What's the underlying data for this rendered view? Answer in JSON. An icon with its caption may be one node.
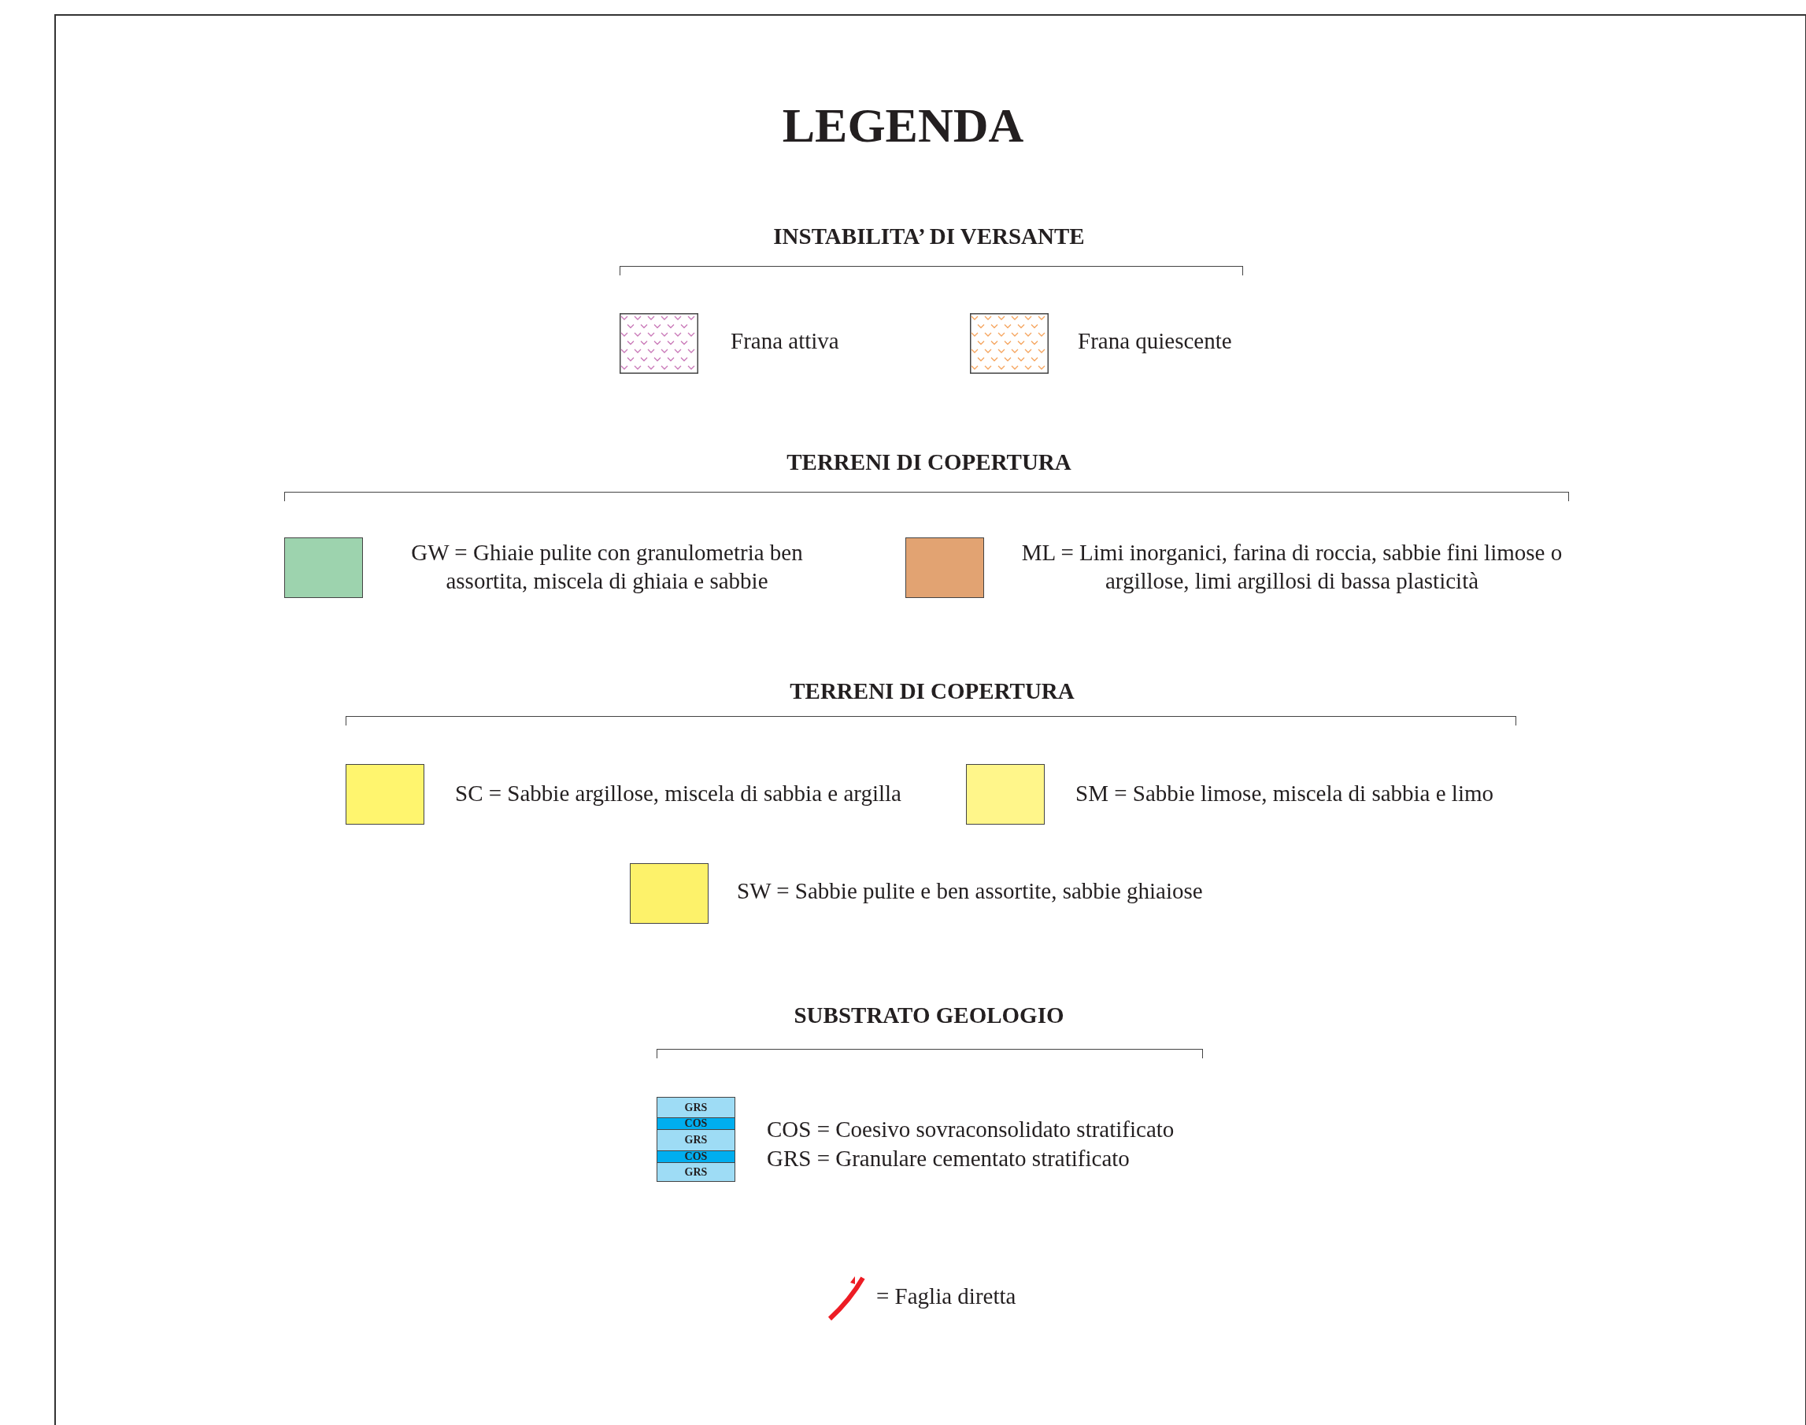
{
  "diagram": {
    "title": "LEGENDA",
    "labels": [
      "INSTABILITA’ DI VERSANTE",
      "TERRENI DI COPERTURA",
      "TERRENI DI COPERTURA",
      "SUBSTRATO GEOLOGIO",
      "GRS",
      "COS",
      "GRS",
      "COS",
      "GRS"
    ],
    "legend": [
      {
        "text": "Frana attiva"
      },
      {
        "text": "Frana quiescente"
      },
      {
        "text": "GW = Ghiaie pulite con granulometria ben assortita, miscela di ghiaia e sabbie",
        "color": "#9dd3ae"
      },
      {
        "text": "ML = Limi inorganici, farina di roccia, sabbie fini limose o argillose, limi argillosi di bassa plasticità",
        "color": "#e2a372"
      },
      {
        "text": "SC = Sabbie argillose, miscela di sabbia e argilla",
        "color": "#fff56e"
      },
      {
        "text": "SM = Sabbie limose, miscela di sabbia e limo",
        "color": "#fff68a"
      },
      {
        "text": "SW = Sabbie pulite e ben assortite, sabbie ghiaiose",
        "color": "#fdf26a"
      },
      {
        "text": "COS = Coesivo sovraconsolidato stratificato"
      },
      {
        "text": "GRS = Granulare cementato stratificato"
      },
      {
        "text": "= Faglia diretta"
      }
    ]
  }
}
